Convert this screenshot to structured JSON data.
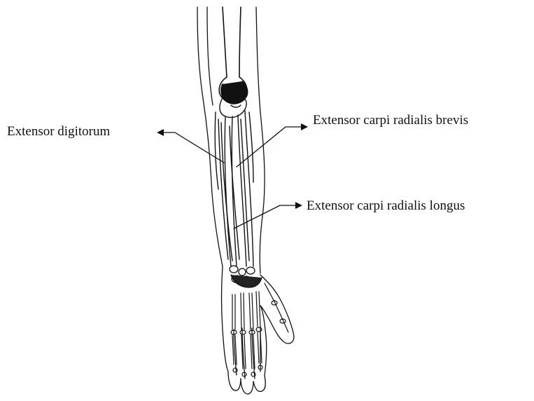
{
  "labels": {
    "extensor_digitorum": "Extensor digitorum",
    "extensor_carpi_radialis_brevis": "Extensor carpi radialis brevis",
    "extensor_carpi_radialis_longus": "Extensor carpi radialis longus"
  },
  "colors": {
    "ink": "#111111",
    "background": "#ffffff"
  }
}
